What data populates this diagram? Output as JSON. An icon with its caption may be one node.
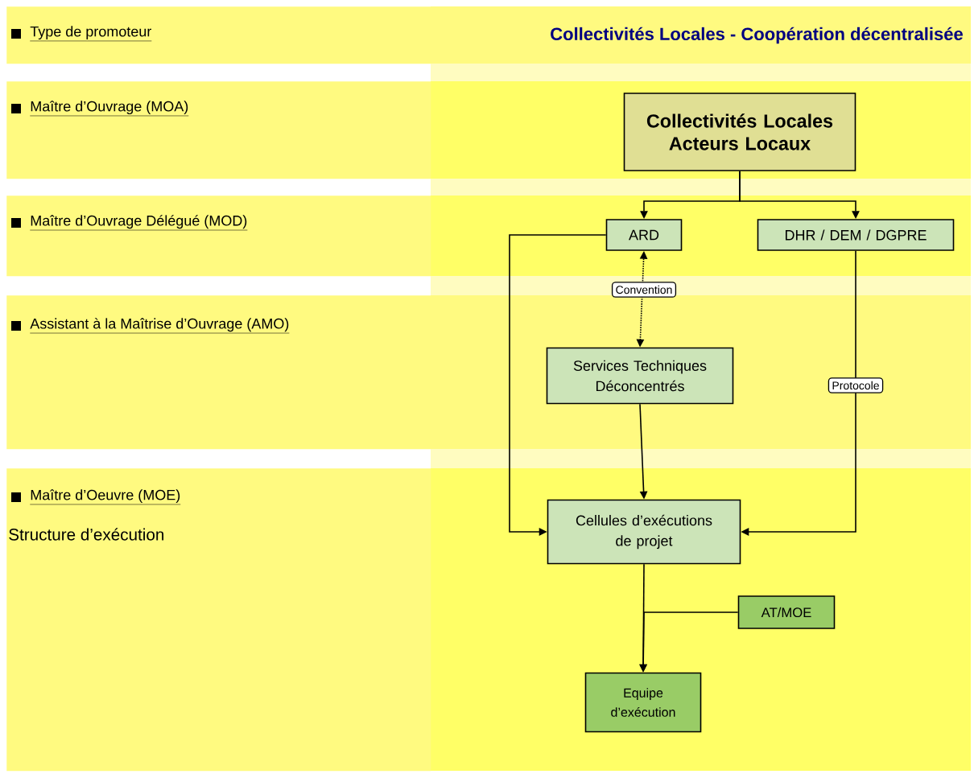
{
  "diagram": {
    "title": "Collectivités Locales - Coopération décentralisée",
    "nodes": [
      {
        "text": [
          "Type de promoteur"
        ]
      },
      {
        "text": [
          "Maître d’Ouvrage (MOA)"
        ]
      },
      {
        "text": [
          "Maître d’Ouvrage Délégué (MOD)"
        ]
      },
      {
        "text": [
          "Assistant à la Maîtrise d’Ouvrage (AMO)"
        ]
      },
      {
        "text": [
          "Maître d’Oeuvre (MOE)",
          "Structure d’exécution"
        ]
      },
      {
        "text": [
          "Collectivités Locales Acteurs Locaux"
        ]
      },
      {
        "text": [
          "ARD"
        ]
      },
      {
        "text": [
          "DHR / DEM / DGPRE"
        ]
      },
      {
        "text": [
          "Services Techniques Déconcentrés"
        ]
      },
      {
        "text": [
          "Cellules d’exécutions de projet"
        ]
      },
      {
        "text": [
          "AT/MOE"
        ]
      },
      {
        "text": [
          "Equipe d’exécution"
        ]
      }
    ],
    "edges": [
      {
        "from": 5,
        "to": 6,
        "arrow": "to"
      },
      {
        "from": 5,
        "to": 7,
        "arrow": "to"
      },
      {
        "from": 6,
        "to": 8,
        "arrow": "both",
        "style": "dashed",
        "label": "Convention"
      },
      {
        "from": 8,
        "to": 9,
        "arrow": "to"
      },
      {
        "from": 6,
        "to": 9,
        "arrow": "to"
      },
      {
        "from": 7,
        "to": 9,
        "arrow": "to",
        "label": "Protocole"
      },
      {
        "from": 9,
        "to": 11,
        "arrow": "to"
      },
      {
        "from": 10,
        "to": 11,
        "arrow": "to"
      }
    ]
  }
}
